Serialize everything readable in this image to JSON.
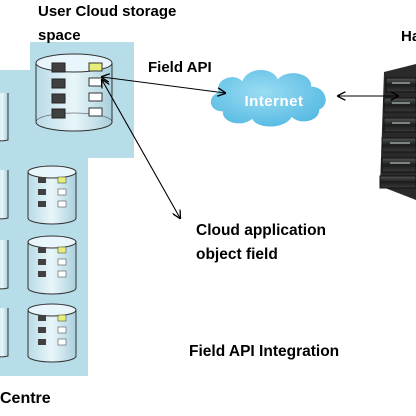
{
  "labels": {
    "user_storage_line1": "User Cloud storage",
    "user_storage_line2": "space",
    "field_api": "Field API",
    "internet": "Internet",
    "cloud_app_line1": "Cloud application",
    "cloud_app_line2": "object field",
    "integration": "Field API Integration",
    "data_centre": "Centre",
    "right_partial": "Ha"
  },
  "colors": {
    "panel": "#b7dde8",
    "cloud": "#6cc8ea",
    "cloud_text": "#ffffff",
    "slot_dark": "#404040",
    "slot_light": "#ffffff",
    "slot_yellow": "#e6ef7a",
    "arrow": "#000000"
  }
}
